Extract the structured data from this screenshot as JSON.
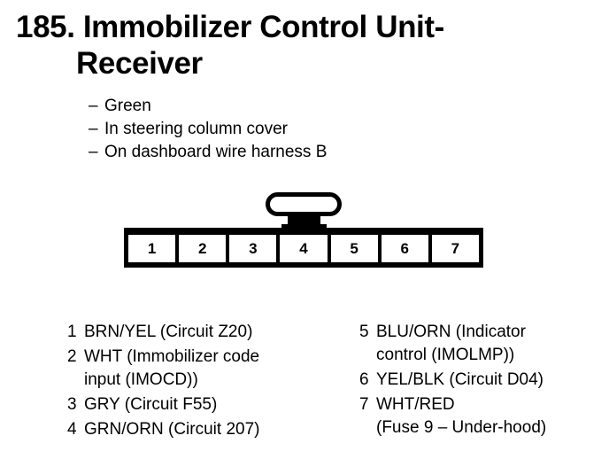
{
  "title": {
    "line1": "185. Immobilizer Control Unit-",
    "line2": "Receiver"
  },
  "notes": {
    "dash": "–",
    "items": [
      "Green",
      "In steering column cover",
      "On dashboard wire harness B"
    ]
  },
  "connector": {
    "pins": [
      "1",
      "2",
      "3",
      "4",
      "5",
      "6",
      "7"
    ],
    "tab_label": "locking-tab"
  },
  "legend": {
    "left": [
      {
        "num": "1",
        "line1": "BRN/YEL (Circuit Z20)",
        "line2": ""
      },
      {
        "num": "2",
        "line1": "WHT (Immobilizer code",
        "line2": "input (IMOCD))"
      },
      {
        "num": "3",
        "line1": "GRY (Circuit F55)",
        "line2": ""
      },
      {
        "num": "4",
        "line1": "GRN/ORN (Circuit 207)",
        "line2": ""
      }
    ],
    "right": [
      {
        "num": "5",
        "line1": "BLU/ORN (Indicator",
        "line2": "control (IMOLMP))"
      },
      {
        "num": "6",
        "line1": "YEL/BLK (Circuit D04)",
        "line2": ""
      },
      {
        "num": "7",
        "line1": "WHT/RED",
        "line2": "(Fuse 9 – Under-hood)"
      }
    ]
  },
  "colors": {
    "ink": "#000000",
    "page": "#ffffff"
  }
}
